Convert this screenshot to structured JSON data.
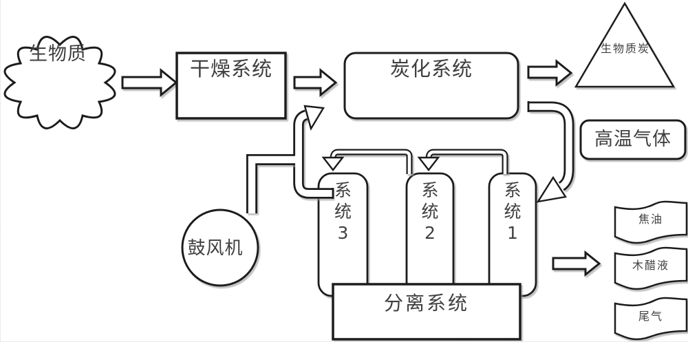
{
  "diagram": {
    "source_cloud": {
      "label": "生物质",
      "shape": "cloud"
    },
    "drying_box": {
      "label": "干燥系统",
      "shape": "rectangle"
    },
    "carbonization_box": {
      "label": "炭化系统",
      "shape": "rounded-rectangle"
    },
    "biochar_triangle": {
      "label": "生物质炭",
      "shape": "triangle"
    },
    "hot_gas_box": {
      "label": "高温气体",
      "shape": "rounded-rectangle"
    },
    "cooling_systems": [
      {
        "label": "系统3",
        "chars": [
          "系",
          "统",
          "3"
        ]
      },
      {
        "label": "系统2",
        "chars": [
          "系",
          "统",
          "2"
        ]
      },
      {
        "label": "系统1",
        "chars": [
          "系",
          "统",
          "1"
        ]
      }
    ],
    "blower_circle": {
      "label": "鼓风机",
      "shape": "circle"
    },
    "separation_box": {
      "label": "分离系统",
      "shape": "rectangle"
    },
    "output_flags": [
      {
        "label": "焦油",
        "shape": "wave-flag"
      },
      {
        "label": "木醋液",
        "shape": "wave-flag"
      },
      {
        "label": "尾气",
        "shape": "wave-flag"
      }
    ],
    "colors": {
      "stroke": "#1b1b1b",
      "text": "#3f3f3f",
      "background": "#ffffff",
      "shadow": "#9a9a9a"
    }
  }
}
